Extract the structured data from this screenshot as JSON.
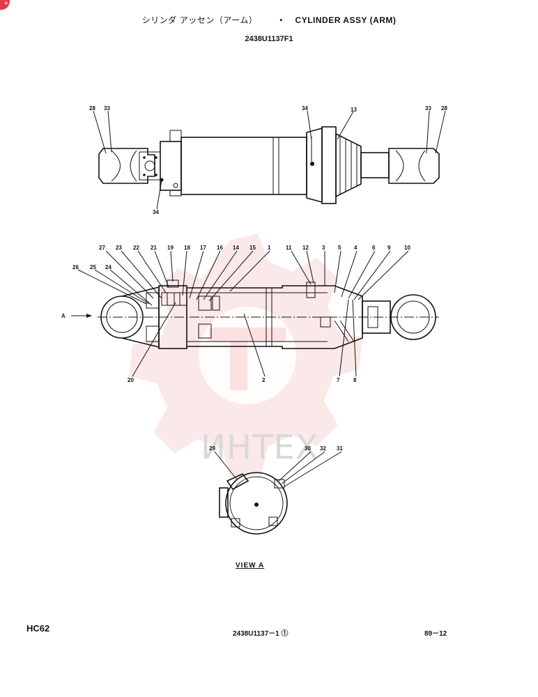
{
  "header": {
    "title_jp": "シリンダ アッセン（アーム）",
    "title_sep": "・",
    "title_en": "CYLINDER ASSY (ARM)",
    "drawing_number": "2438U1137F1"
  },
  "views": {
    "view_label": "VIEW A",
    "arrow_label": "A"
  },
  "callouts": {
    "top_view": [
      "28",
      "33",
      "34",
      "13",
      "33",
      "28",
      "34"
    ],
    "section_view": [
      "27",
      "23",
      "22",
      "21",
      "19",
      "18",
      "17",
      "16",
      "14",
      "15",
      "1",
      "11",
      "12",
      "3",
      "5",
      "4",
      "6",
      "9",
      "10",
      "26",
      "25",
      "24",
      "20",
      "2",
      "7",
      "8"
    ],
    "end_view": [
      "29",
      "30",
      "32",
      "31"
    ]
  },
  "footer": {
    "model": "HC62",
    "doc_ref": "2438U1137－1 ①",
    "date_ref": "89－12"
  },
  "watermark": {
    "text": "ИНТЕХ",
    "color": "#f4b5b5"
  },
  "badge": {
    "color": "#e53945"
  }
}
